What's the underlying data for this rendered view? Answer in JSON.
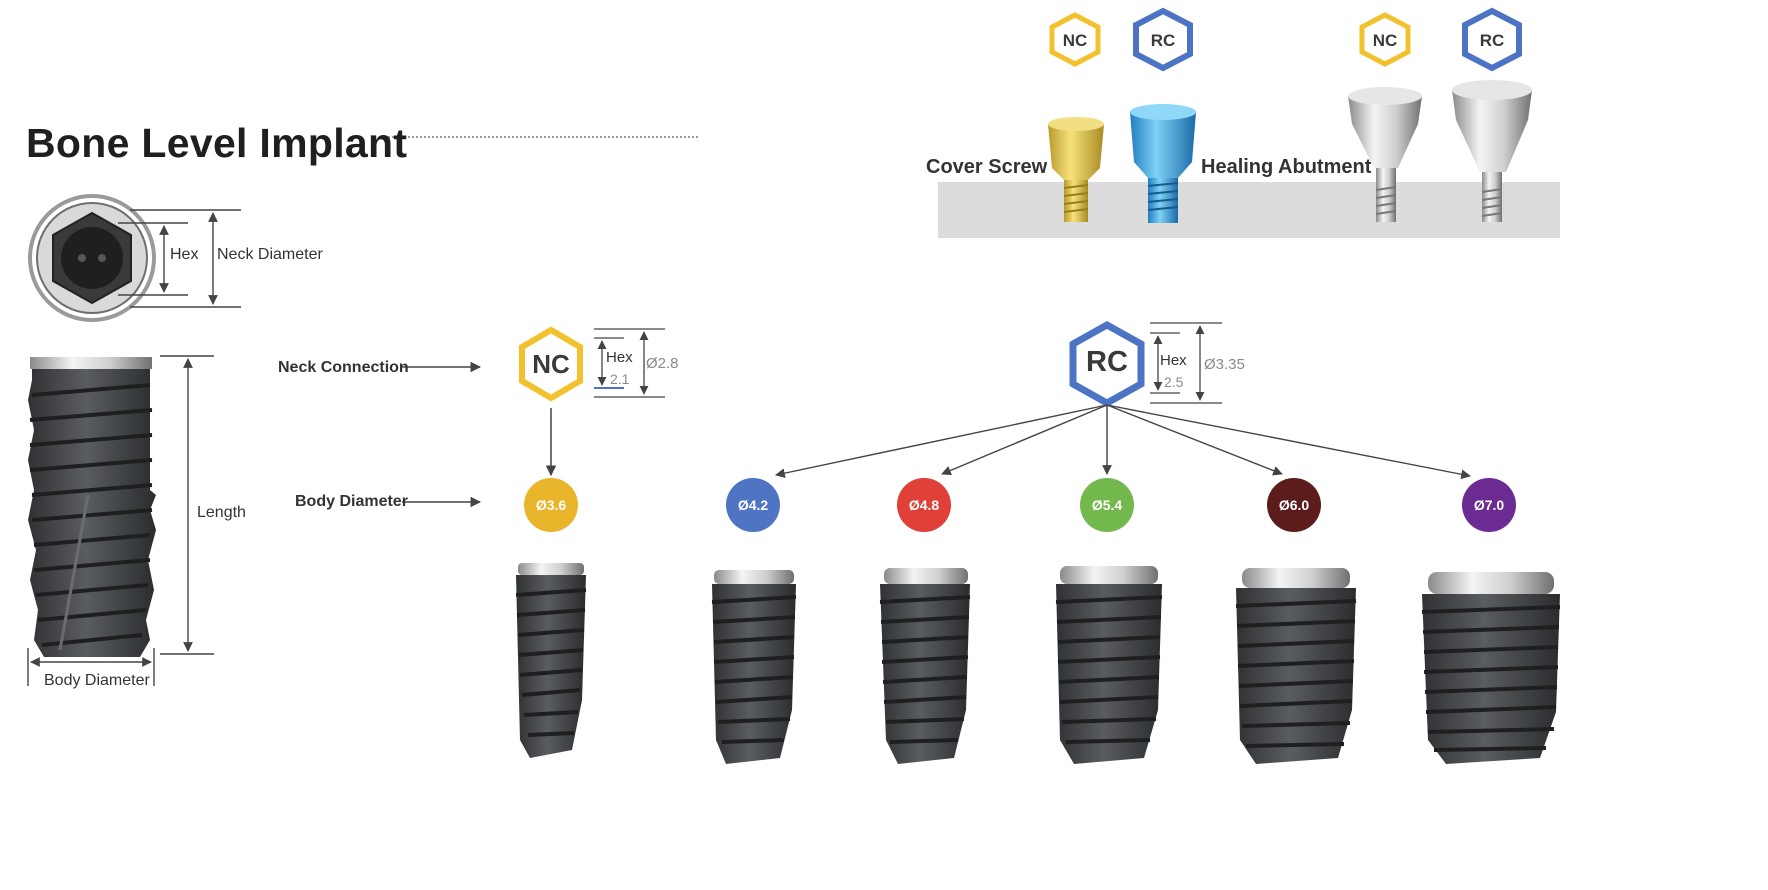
{
  "title": "Bone Level Implant",
  "top_view": {
    "hex_label": "Hex",
    "neck_diameter_label": "Neck Diameter"
  },
  "side_view": {
    "length_label": "Length",
    "body_diameter_label": "Body Diameter"
  },
  "row_labels": {
    "neck_connection": "Neck Connection",
    "body_diameter": "Body Diameter"
  },
  "components": {
    "cover_screw_label": "Cover Screw",
    "healing_abutment_label": "Healing Abutment",
    "badges": [
      "NC",
      "RC",
      "NC",
      "RC"
    ]
  },
  "connections": [
    {
      "code": "NC",
      "hex_label": "Hex",
      "hex_value": "2.1",
      "diameter": "Ø2.8",
      "color": "#f2c12e"
    },
    {
      "code": "RC",
      "hex_label": "Hex",
      "hex_value": "2.5",
      "diameter": "Ø3.35",
      "color": "#4d73c4"
    }
  ],
  "body_diameters": [
    {
      "label": "Ø3.6",
      "color": "#e9b52b",
      "connection": "NC"
    },
    {
      "label": "Ø4.2",
      "color": "#4f74c4",
      "connection": "RC"
    },
    {
      "label": "Ø4.8",
      "color": "#e04038",
      "connection": "RC"
    },
    {
      "label": "Ø5.4",
      "color": "#72b84d",
      "connection": "RC"
    },
    {
      "label": "Ø6.0",
      "color": "#5c1c1c",
      "connection": "RC"
    },
    {
      "label": "Ø7.0",
      "color": "#6b2b92",
      "connection": "RC"
    }
  ]
}
